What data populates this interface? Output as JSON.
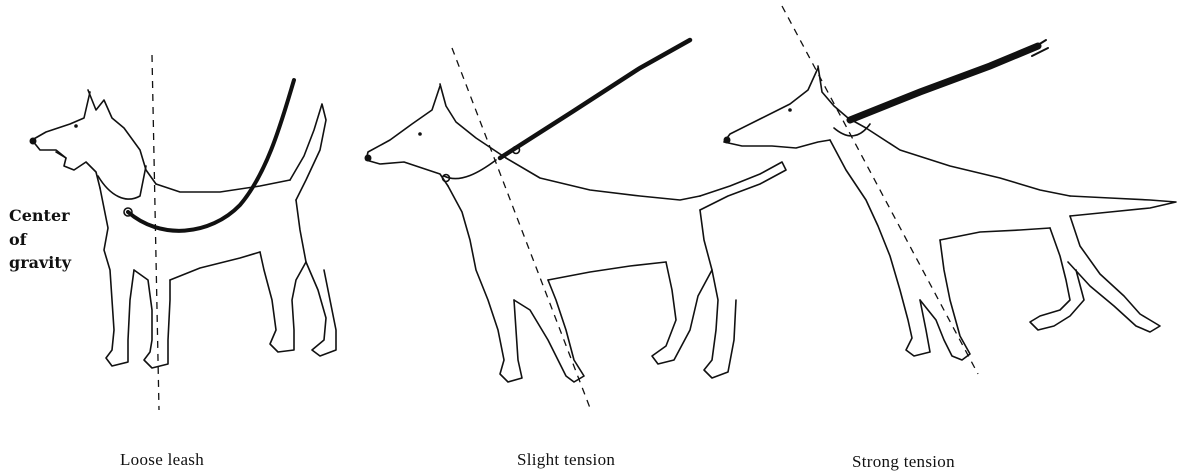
{
  "side_label": {
    "lines": [
      "Center",
      "of",
      "gravity"
    ]
  },
  "panels": [
    {
      "caption": "Loose leash"
    },
    {
      "caption": "Slight tension"
    },
    {
      "caption": "Strong tension"
    }
  ],
  "colors": {
    "ink": "#111111",
    "background": "#ffffff"
  }
}
